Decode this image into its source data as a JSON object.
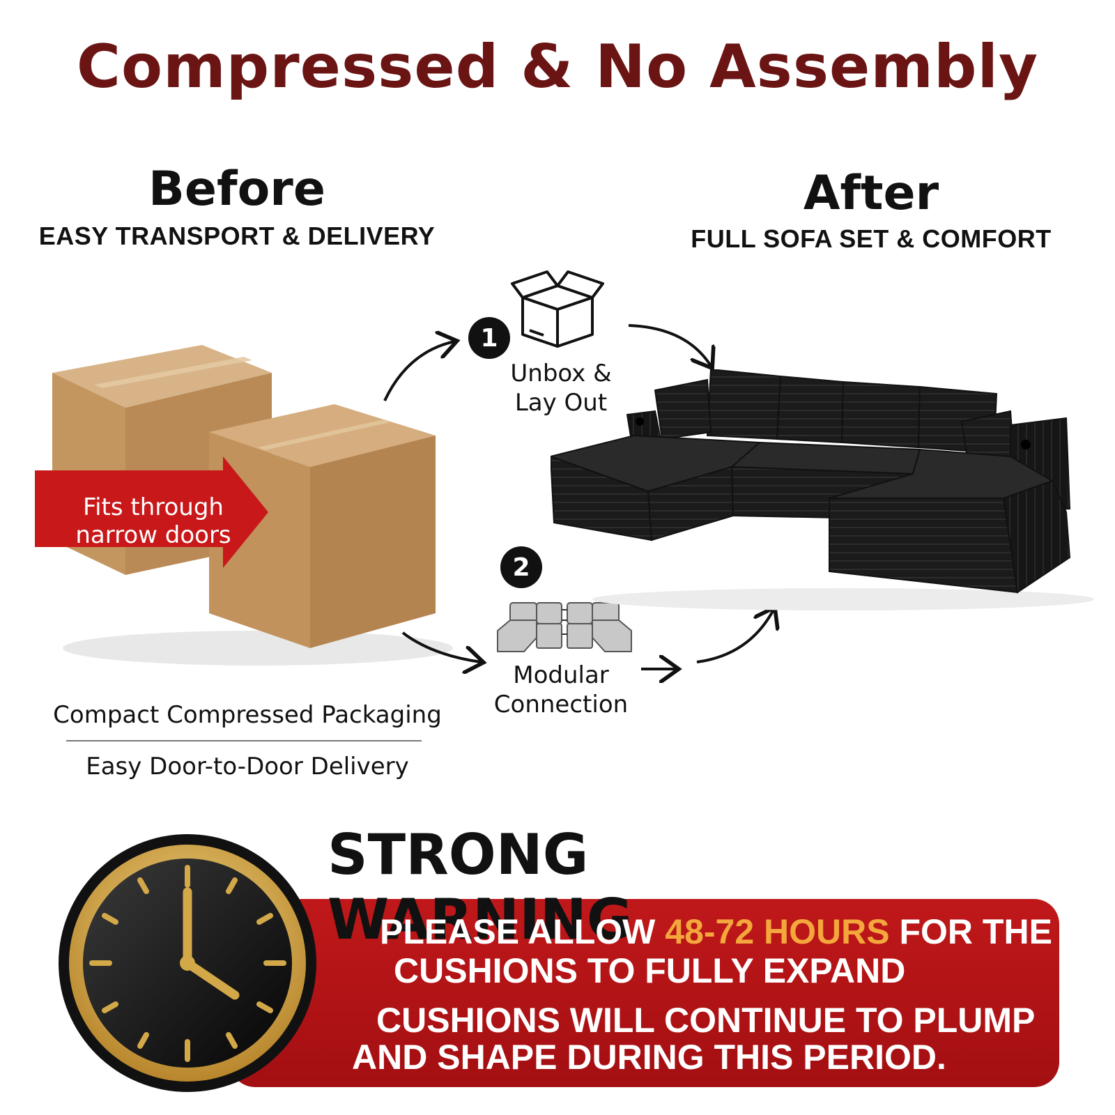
{
  "title": "Compressed & No Assembly",
  "before": {
    "heading": "Before",
    "subheading": "EASY TRANSPORT & DELIVERY",
    "arrow_label_line1": "Fits through",
    "arrow_label_line2": "narrow doors",
    "caption1": "Compact Compressed Packaging",
    "caption2": "Easy Door-to-Door Delivery"
  },
  "after": {
    "heading": "After",
    "subheading": "FULL SOFA SET & COMFORT"
  },
  "steps": [
    {
      "number": "1",
      "line1": "Unbox &",
      "line2": "Lay Out",
      "icon": "open-box-icon"
    },
    {
      "number": "2",
      "line1": "Modular",
      "line2": "Connection",
      "icon": "modular-sofa-icon"
    }
  ],
  "warning": {
    "title": "STRONG WARNING",
    "line1_pre": "PLEASE ALLOW ",
    "line1_highlight": "48-72 HOURS",
    "line1_post": " FOR THE",
    "line2": "CUSHIONS TO FULLY EXPAND",
    "line3": "CUSHIONS WILL CONTINUE TO PLUMP",
    "line4": "AND SHAPE DURING THIS PERIOD."
  },
  "colors": {
    "title": "#6b1414",
    "warning_panel": "#b01416",
    "highlight": "#f3a73c",
    "box": "#c89a68",
    "sofa": "#1a1a1a",
    "clock_ring": "#d8ad4a"
  }
}
